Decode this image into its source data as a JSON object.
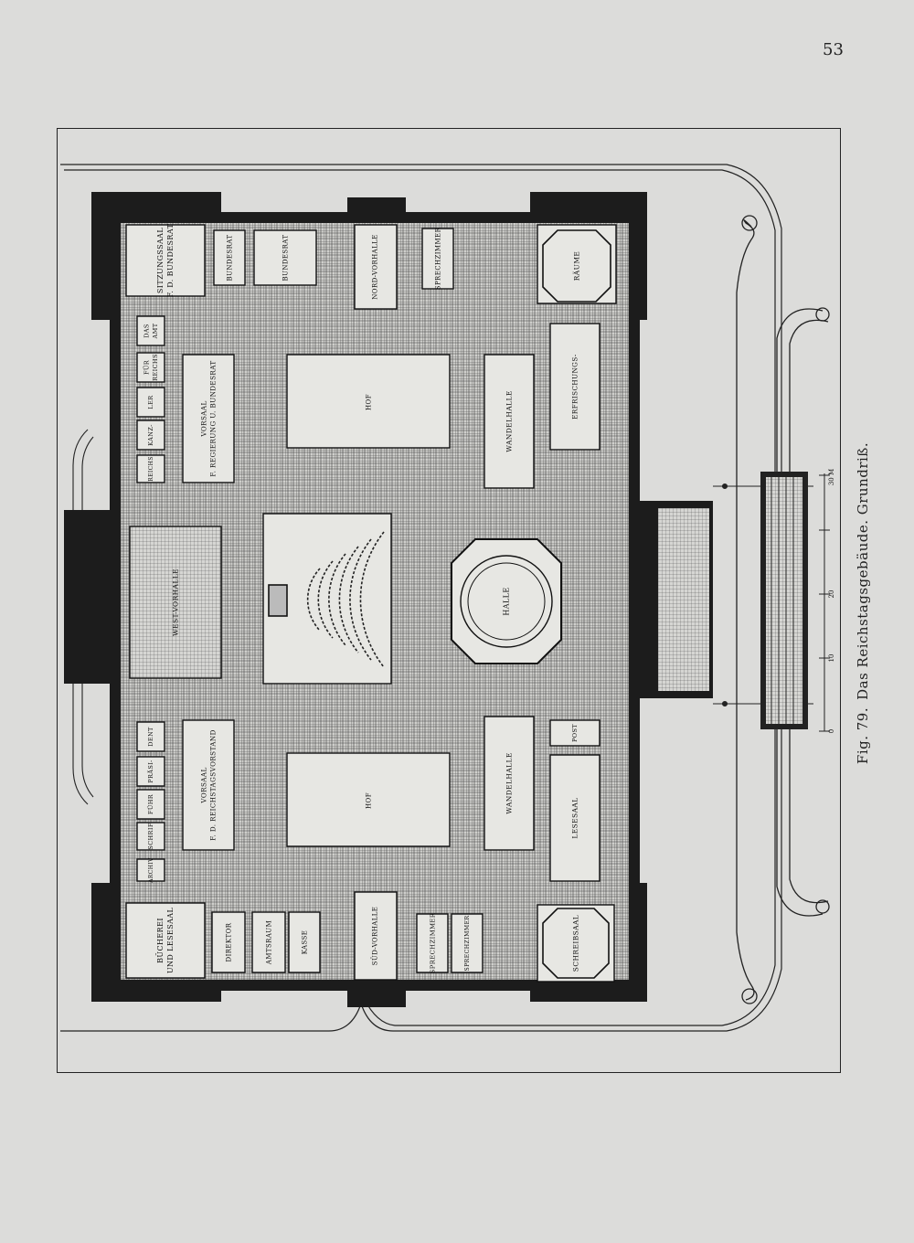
{
  "page": {
    "number": "53"
  },
  "caption": {
    "figure": "Fig. 79.",
    "title": "Das Reichstagsgebäude. Grundriß."
  },
  "scale": {
    "ticks": [
      "0",
      "10",
      "20",
      "30 M"
    ]
  },
  "rooms": [
    {
      "id": "sitzungssaal-bundesrat",
      "lines": [
        "SITZUNGSSAAL",
        "F. D. BUNDESRAT"
      ]
    },
    {
      "id": "bundesrat-1",
      "lines": [
        "BUNDESRAT"
      ]
    },
    {
      "id": "bundesrat-2",
      "lines": [
        "BUNDESRAT"
      ]
    },
    {
      "id": "nord-vorhalle",
      "lines": [
        "NORD-VORHALLE"
      ]
    },
    {
      "id": "sprechzimmer-nord",
      "lines": [
        "SPRECHZIMMER"
      ]
    },
    {
      "id": "raeume",
      "lines": [
        "RÄUME"
      ]
    },
    {
      "id": "das-amt",
      "lines": [
        "DAS",
        "AMT"
      ]
    },
    {
      "id": "fuer-reichs",
      "lines": [
        "FÜR",
        "REICHS"
      ]
    },
    {
      "id": "ler",
      "lines": [
        "LER"
      ]
    },
    {
      "id": "kanz",
      "lines": [
        "KANZ-"
      ]
    },
    {
      "id": "reichs",
      "lines": [
        "REICHS"
      ]
    },
    {
      "id": "vorsaal-regierung",
      "lines": [
        "VORSAAL",
        "F. REGIERUNG U. BUNDESRAT"
      ]
    },
    {
      "id": "hof-nord",
      "lines": [
        "HOF"
      ]
    },
    {
      "id": "wandelhalle-nord",
      "lines": [
        "WANDELHALLE"
      ]
    },
    {
      "id": "erfrischungs",
      "lines": [
        "ERFRISCHUNGS-"
      ]
    },
    {
      "id": "west-vorhalle",
      "lines": [
        "WEST-VORHALLE"
      ]
    },
    {
      "id": "halle",
      "lines": [
        "HALLE"
      ]
    },
    {
      "id": "dent",
      "lines": [
        "DENT"
      ]
    },
    {
      "id": "praesi",
      "lines": [
        "PRÄSI-"
      ]
    },
    {
      "id": "fuehr",
      "lines": [
        "FÜHR"
      ]
    },
    {
      "id": "schrift",
      "lines": [
        "SCHRIF"
      ]
    },
    {
      "id": "archiv",
      "lines": [
        "ARCHIV"
      ]
    },
    {
      "id": "vorsaal-reichstagsvorstand",
      "lines": [
        "VORSAAL",
        "F. D. REICHSTAGSVORSTAND"
      ]
    },
    {
      "id": "hof-sued",
      "lines": [
        "HOF"
      ]
    },
    {
      "id": "wandelhalle-sued",
      "lines": [
        "WANDELHALLE"
      ]
    },
    {
      "id": "post",
      "lines": [
        "POST"
      ]
    },
    {
      "id": "lesesaal",
      "lines": [
        "LESESAAL"
      ]
    },
    {
      "id": "buecherei",
      "lines": [
        "BÜCHEREI",
        "UND LESESAAL"
      ]
    },
    {
      "id": "direktor",
      "lines": [
        "DIREKTOR"
      ]
    },
    {
      "id": "amtsraum",
      "lines": [
        "AMTSRAUM"
      ]
    },
    {
      "id": "kasse",
      "lines": [
        "KASSE"
      ]
    },
    {
      "id": "sued-vorhalle",
      "lines": [
        "SÜD-VORHALLE"
      ]
    },
    {
      "id": "sprechzimmer-sued",
      "lines": [
        "SPRECHZIMMER"
      ]
    },
    {
      "id": "sprechzimmer-sued-2",
      "lines": [
        "SPRECHZIMMER"
      ]
    },
    {
      "id": "schreibsaal",
      "lines": [
        "SCHREIBSAAL"
      ]
    }
  ]
}
